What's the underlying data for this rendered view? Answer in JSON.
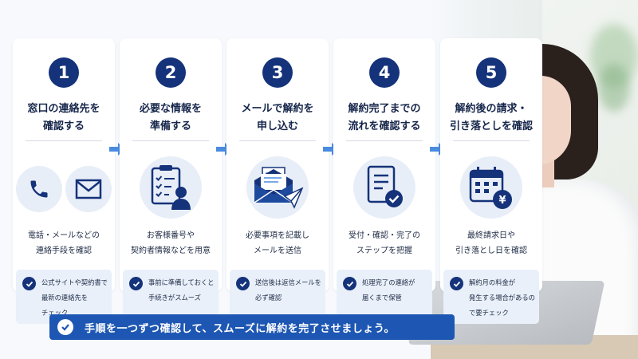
{
  "steps": [
    {
      "number": "1",
      "title_line1": "窓口の連絡先を",
      "title_line2": "確認する",
      "icons": [
        "phone-icon",
        "mail-icon"
      ],
      "desc_line1": "電話・メールなどの",
      "desc_line2": "連絡手段を確認",
      "note_lines": [
        "公式サイトや契約書で",
        "最新の連絡先を",
        "チェック"
      ]
    },
    {
      "number": "2",
      "title_line1": "必要な情報を",
      "title_line2": "準備する",
      "icons": [
        "clipboard-person-icon"
      ],
      "desc_line1": "お客様番号や",
      "desc_line2": "契約者情報などを用意",
      "note_lines": [
        "事前に準備しておくと",
        "手続きがスムーズ"
      ]
    },
    {
      "number": "3",
      "title_line1": "メールで解約を",
      "title_line2": "申し込む",
      "icons": [
        "envelope-send-icon"
      ],
      "desc_line1": "必要事項を記載し",
      "desc_line2": "メールを送信",
      "note_lines": [
        "送信後は返信メールを",
        "必ず確認"
      ]
    },
    {
      "number": "4",
      "title_line1": "解約完了までの",
      "title_line2": "流れを確認する",
      "icons": [
        "checklist-icon"
      ],
      "desc_line1": "受付・確認・完了の",
      "desc_line2": "ステップを把握",
      "note_lines": [
        "処理完了の連絡が",
        "届くまで保管"
      ]
    },
    {
      "number": "5",
      "title_line1": "解約後の請求・",
      "title_line2": "引き落としを確認",
      "icons": [
        "calendar-yen-icon"
      ],
      "desc_line1": "最終請求日や",
      "desc_line2": "引き落とし日を確認",
      "note_lines": [
        "解約月の料金が",
        "発生する場合があるの",
        "で要チェック"
      ]
    }
  ],
  "banner": {
    "text": "手順を一つずつ確認して、スムーズに解約を完了させましょう。"
  },
  "colors": {
    "primary": "#15337a",
    "accent": "#1e57b3",
    "arrow": "#4a8be0",
    "note_bg": "#e9f0fa",
    "icon_bg": "#e8eef8"
  }
}
